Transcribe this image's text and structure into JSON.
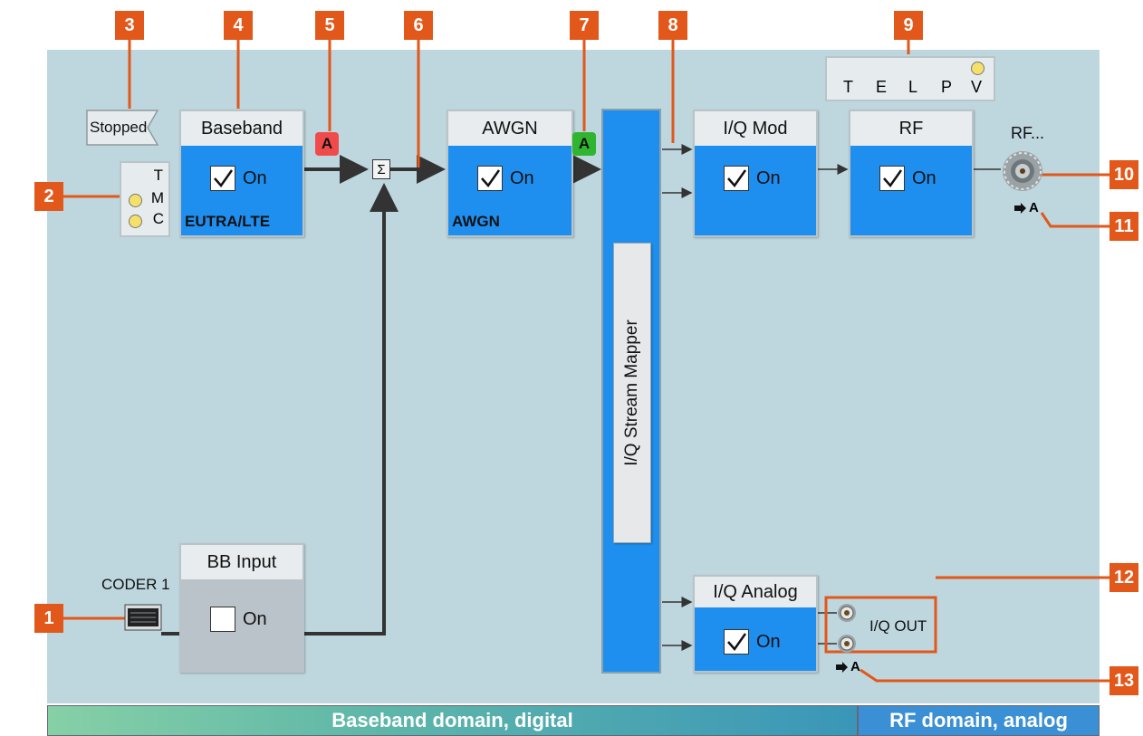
{
  "callouts": [
    "1",
    "2",
    "3",
    "4",
    "5",
    "6",
    "7",
    "8",
    "9",
    "10",
    "11",
    "12",
    "13"
  ],
  "status": {
    "stopped": "Stopped"
  },
  "tmc": {
    "t": "T",
    "m": "M",
    "c": "C"
  },
  "blocks": {
    "baseband": {
      "title": "Baseband",
      "on": "On",
      "sub": "EUTRA/LTE"
    },
    "awgn": {
      "title": "AWGN",
      "on": "On",
      "sub": "AWGN"
    },
    "iqmod": {
      "title": "I/Q Mod",
      "on": "On"
    },
    "rf": {
      "title": "RF",
      "on": "On"
    },
    "bbinput": {
      "title": "BB Input",
      "on": "On"
    },
    "iqanalog": {
      "title": "I/Q Analog",
      "on": "On"
    }
  },
  "badges": {
    "a_red": "A",
    "a_green": "A"
  },
  "sum_symbol": "Σ",
  "mapper": {
    "label": "I/Q Stream Mapper"
  },
  "telpv": {
    "t": "T",
    "e": "E",
    "l": "L",
    "p": "P",
    "v": "V"
  },
  "rf_out": {
    "label": "RF...",
    "arrow_a": "A"
  },
  "coder": {
    "label": "CODER 1"
  },
  "iq_out": {
    "label": "I/Q OUT",
    "arrow_a": "A"
  },
  "domains": {
    "baseband": "Baseband domain,  digital",
    "rf": "RF domain, analog"
  },
  "colors": {
    "accent": "#e2571a",
    "block_on": "#1f8fef",
    "background": "#bed7de",
    "badge_red": "#f04a4a",
    "badge_green": "#2fb52f"
  }
}
